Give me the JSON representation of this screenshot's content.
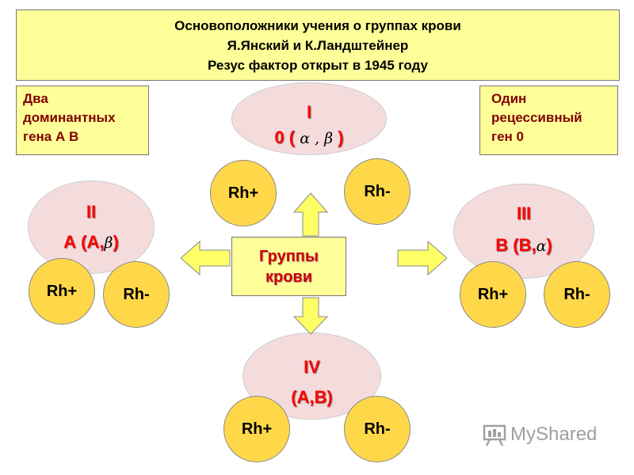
{
  "header": {
    "line1": "Основоположники учения о группах крови",
    "line2": "Я.Янский и К.Ландштейнер",
    "line3": "Резус фактор открыт в 1945 году"
  },
  "left_note": {
    "line1": "Два",
    "line2": "доминантных",
    "line3": "гена А В"
  },
  "right_note": {
    "line1": "Один",
    "line2": "рецессивный",
    "line3": "ген 0"
  },
  "center": {
    "line1": "Группы",
    "line2": "крови"
  },
  "groups": {
    "g1": {
      "numeral": "I",
      "text_prefix": "0 (",
      "greek": "α , β",
      "text_suffix": ")",
      "rh_plus": "Rh+",
      "rh_minus": "Rh-"
    },
    "g2": {
      "numeral": "II",
      "text_prefix": "А (А,",
      "greek": "β",
      "text_suffix": ")",
      "rh_plus": "Rh+",
      "rh_minus": "Rh-"
    },
    "g3": {
      "numeral": "III",
      "text_prefix": "В (В,",
      "greek": "α",
      "text_suffix": ")",
      "rh_plus": "Rh+",
      "rh_minus": "Rh-"
    },
    "g4": {
      "numeral": "IV",
      "text": "(А,В)",
      "rh_plus": "Rh+",
      "rh_minus": "Rh-"
    }
  },
  "watermark": {
    "text": "MyShared"
  },
  "colors": {
    "box_fill": "#ffff99",
    "ellipse_fill": "#f5dcdc",
    "circle_fill": "#ffd84a",
    "arrow_fill": "#ffff66",
    "title_red": "#ff0000",
    "note_text": "#800000"
  }
}
